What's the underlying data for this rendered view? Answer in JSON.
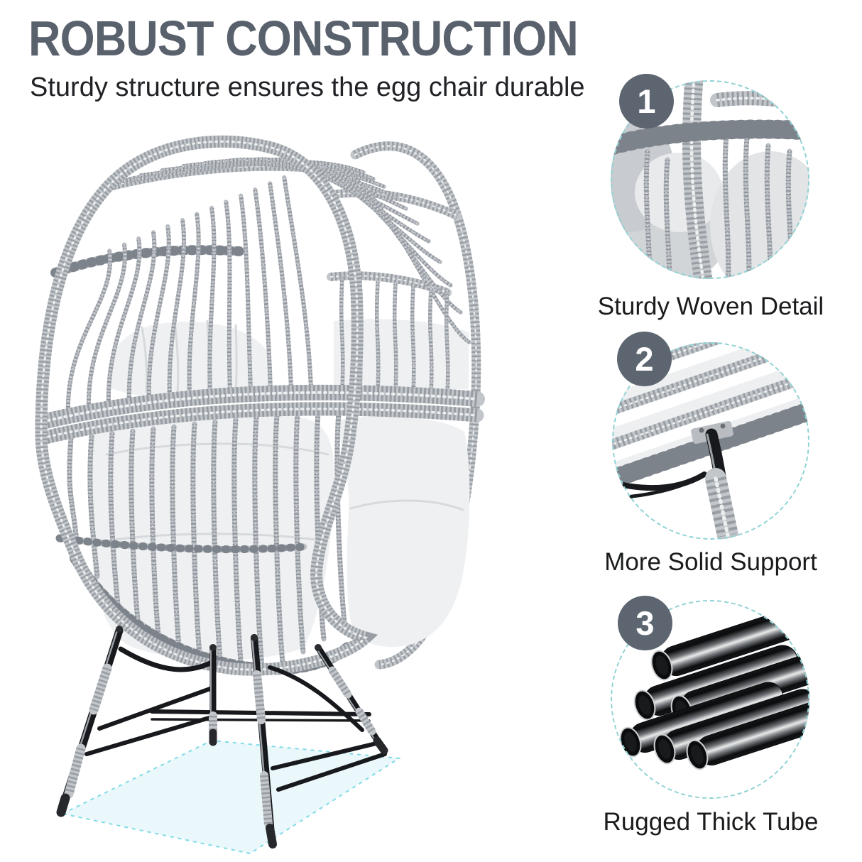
{
  "header": {
    "title": "ROBUST CONSTRUCTION",
    "subtitle": "Sturdy structure ensures the egg chair durable"
  },
  "callouts": [
    {
      "number": "1",
      "label": "Sturdy Woven Detail"
    },
    {
      "number": "2",
      "label": "More Solid Support"
    },
    {
      "number": "3",
      "label": "Rugged Thick Tube"
    }
  ],
  "colors": {
    "title_text": "#59616d",
    "subtitle_text": "#202225",
    "label_text": "#1a1b1d",
    "badge_bg": "#5c6570",
    "badge_text": "#ffffff",
    "ring_dash": "#8ed2d4",
    "floor_fill": "#d8f3f8",
    "floor_edge": "#7fdbe6",
    "wicker": "#c2c6ca",
    "cushion": "#eef0f1",
    "metal": "#17191c"
  }
}
